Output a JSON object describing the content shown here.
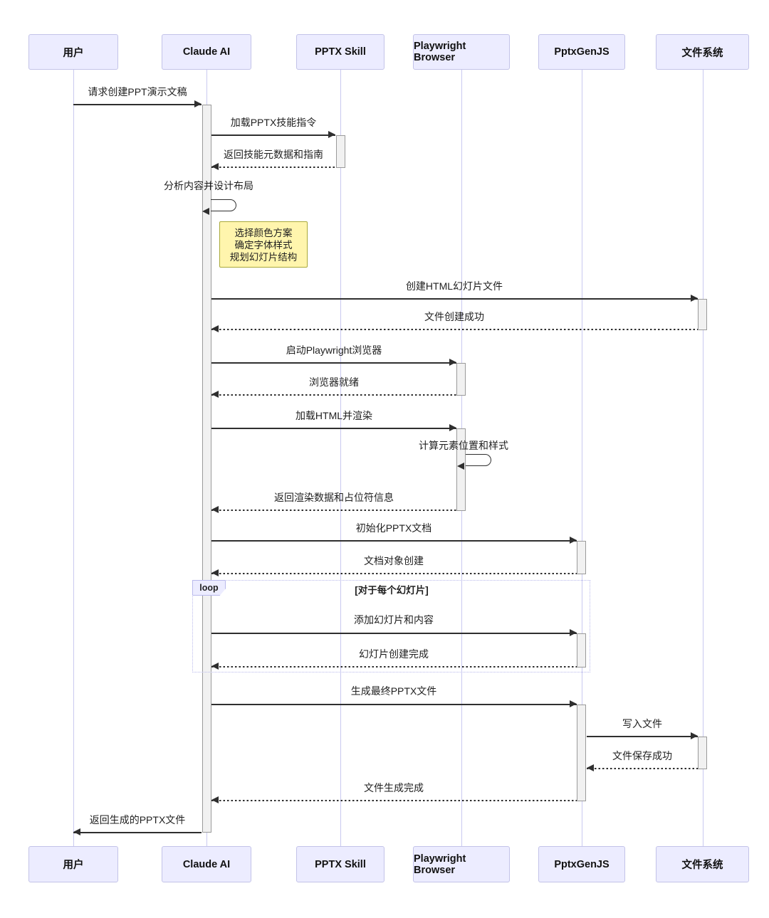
{
  "diagram": {
    "type": "sequence-diagram",
    "participants": [
      {
        "label": "用户"
      },
      {
        "label": "Claude AI"
      },
      {
        "label": "PPTX Skill"
      },
      {
        "label": "Playwright Browser"
      },
      {
        "label": "PptxGenJS"
      },
      {
        "label": "文件系统"
      }
    ],
    "messages": [
      {
        "from": "用户",
        "to": "Claude AI",
        "label": "请求创建PPT演示文稿",
        "style": "solid"
      },
      {
        "from": "Claude AI",
        "to": "PPTX Skill",
        "label": "加载PPTX技能指令",
        "style": "solid"
      },
      {
        "from": "PPTX Skill",
        "to": "Claude AI",
        "label": "返回技能元数据和指南",
        "style": "dashed"
      },
      {
        "from": "Claude AI",
        "to": "Claude AI",
        "label": "分析内容并设计布局",
        "style": "self"
      },
      {
        "from": "Claude AI",
        "to": "文件系统",
        "label": "创建HTML幻灯片文件",
        "style": "solid"
      },
      {
        "from": "文件系统",
        "to": "Claude AI",
        "label": "文件创建成功",
        "style": "dashed"
      },
      {
        "from": "Claude AI",
        "to": "Playwright Browser",
        "label": "启动Playwright浏览器",
        "style": "solid"
      },
      {
        "from": "Playwright Browser",
        "to": "Claude AI",
        "label": "浏览器就绪",
        "style": "dashed"
      },
      {
        "from": "Claude AI",
        "to": "Playwright Browser",
        "label": "加载HTML并渲染",
        "style": "solid"
      },
      {
        "from": "Playwright Browser",
        "to": "Playwright Browser",
        "label": "计算元素位置和样式",
        "style": "self"
      },
      {
        "from": "Playwright Browser",
        "to": "Claude AI",
        "label": "返回渲染数据和占位符信息",
        "style": "dashed"
      },
      {
        "from": "Claude AI",
        "to": "PptxGenJS",
        "label": "初始化PPTX文档",
        "style": "solid"
      },
      {
        "from": "PptxGenJS",
        "to": "Claude AI",
        "label": "文档对象创建",
        "style": "dashed"
      },
      {
        "from": "Claude AI",
        "to": "PptxGenJS",
        "label": "添加幻灯片和内容",
        "style": "solid"
      },
      {
        "from": "PptxGenJS",
        "to": "Claude AI",
        "label": "幻灯片创建完成",
        "style": "dashed"
      },
      {
        "from": "Claude AI",
        "to": "PptxGenJS",
        "label": "生成最终PPTX文件",
        "style": "solid"
      },
      {
        "from": "PptxGenJS",
        "to": "文件系统",
        "label": "写入文件",
        "style": "solid"
      },
      {
        "from": "文件系统",
        "to": "PptxGenJS",
        "label": "文件保存成功",
        "style": "dashed"
      },
      {
        "from": "PptxGenJS",
        "to": "Claude AI",
        "label": "文件生成完成",
        "style": "dashed"
      },
      {
        "from": "Claude AI",
        "to": "用户",
        "label": "返回生成的PPTX文件",
        "style": "solid"
      }
    ],
    "note": {
      "attached_to": "Claude AI",
      "lines": [
        "选择颜色方案",
        "确定字体样式",
        "规划幻灯片结构"
      ]
    },
    "loop": {
      "label": "loop",
      "condition": "[对于每个幻灯片]"
    },
    "colors": {
      "actor_fill": "#ececff",
      "actor_border": "#c3c3e8",
      "lifeline": "#c9c9f0",
      "activation_fill": "#f1f1f1",
      "activation_border": "#9a9a9a",
      "arrow": "#2f2f2f",
      "note_fill": "#fff5ad",
      "note_border": "#a9a93a",
      "loop_border": "#b9b9ec",
      "text": "#1f1f1f"
    }
  }
}
